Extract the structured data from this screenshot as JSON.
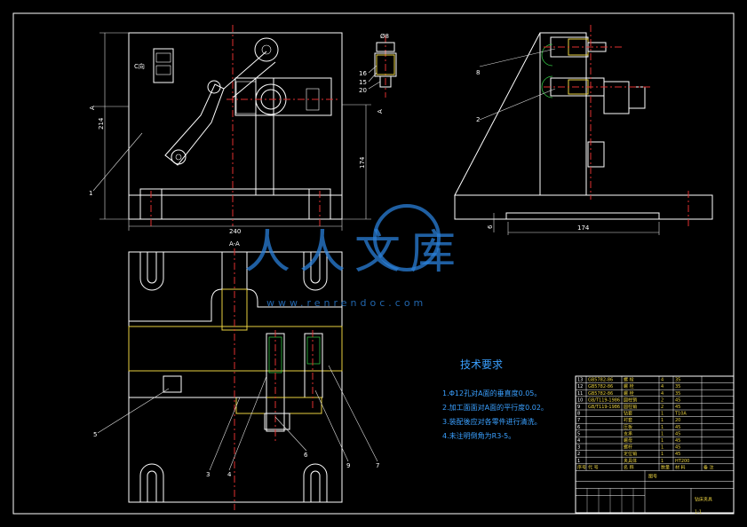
{
  "drawing": {
    "dimensions": {
      "front_width": "240",
      "front_height": "214",
      "front_partial": "174",
      "side_base": "174",
      "side_small": "6",
      "detail_top": "Ø8",
      "detail_a": "16",
      "detail_b": "15",
      "detail_c": "20"
    },
    "section_label": "A-A",
    "view_marks": [
      "C向",
      "A",
      "A"
    ],
    "part_numbers": [
      "1",
      "2",
      "3",
      "4",
      "5",
      "6",
      "7",
      "8",
      "9"
    ]
  },
  "watermark": {
    "text": "人人文库",
    "url": "www.renrendoc.com"
  },
  "tech_req": {
    "title": "技术要求",
    "items": [
      "1.Φ12孔对A面的垂直度0.05。",
      "2.加工面面对A面的平行度0.02。",
      "3.装配後应对各零件进行清洗。",
      "4.未注明倒角为R3-5。"
    ]
  },
  "title_block": {
    "bom_rows": [
      {
        "no": "13",
        "code": "GB5782-86",
        "name": "螺 栓",
        "qty": "4",
        "mat": "35"
      },
      {
        "no": "12",
        "code": "GB5782-86",
        "name": "螺 栓",
        "qty": "4",
        "mat": "35"
      },
      {
        "no": "11",
        "code": "GB5782-86",
        "name": "螺 栓",
        "qty": "4",
        "mat": "35"
      },
      {
        "no": "10",
        "code": "GB/T119-1986",
        "name": "圆柱销",
        "qty": "2",
        "mat": "45"
      },
      {
        "no": "9",
        "code": "GB/T119-1986",
        "name": "圆柱销",
        "qty": "2",
        "mat": "45"
      },
      {
        "no": "8",
        "code": "",
        "name": "钻套",
        "qty": "1",
        "mat": "T10A"
      },
      {
        "no": "7",
        "code": "",
        "name": "衬套",
        "qty": "1",
        "mat": "20"
      },
      {
        "no": "6",
        "code": "",
        "name": "压板",
        "qty": "1",
        "mat": "45"
      },
      {
        "no": "5",
        "code": "",
        "name": "支承",
        "qty": "1",
        "mat": "45"
      },
      {
        "no": "4",
        "code": "",
        "name": "螺母",
        "qty": "1",
        "mat": "45"
      },
      {
        "no": "3",
        "code": "",
        "name": "螺杆",
        "qty": "1",
        "mat": "45"
      },
      {
        "no": "2",
        "code": "",
        "name": "定位销",
        "qty": "1",
        "mat": "45"
      },
      {
        "no": "1",
        "code": "",
        "name": "夹具体",
        "qty": "1",
        "mat": "HT200"
      }
    ],
    "header": [
      "序号",
      "代 号",
      "名 称",
      "数量",
      "材 料",
      "备 注"
    ],
    "title": "钻床夹具",
    "drawing_no": "图号",
    "scale": "1:1"
  }
}
